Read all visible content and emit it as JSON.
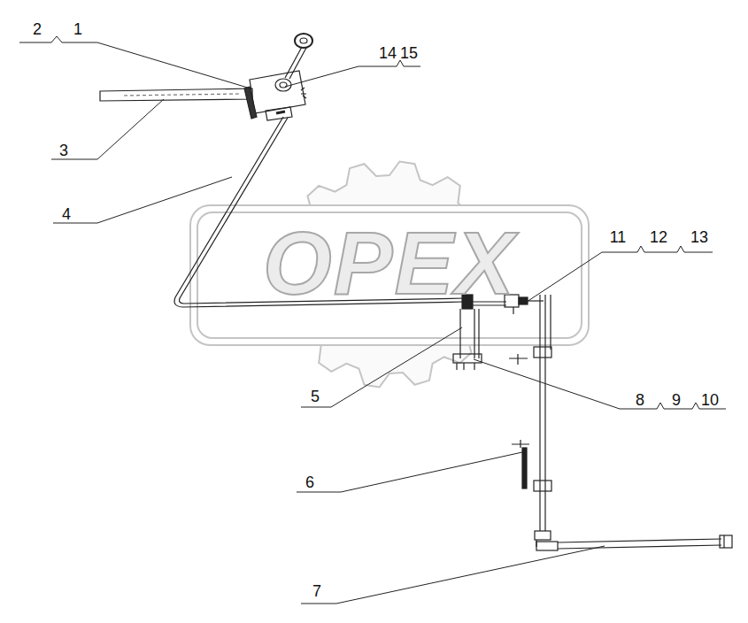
{
  "diagram": {
    "labels": [
      "2",
      "1",
      "14",
      "15",
      "3",
      "4",
      "11",
      "12",
      "13",
      "5",
      "8",
      "9",
      "10",
      "6",
      "7",
      "OPEX"
    ]
  }
}
